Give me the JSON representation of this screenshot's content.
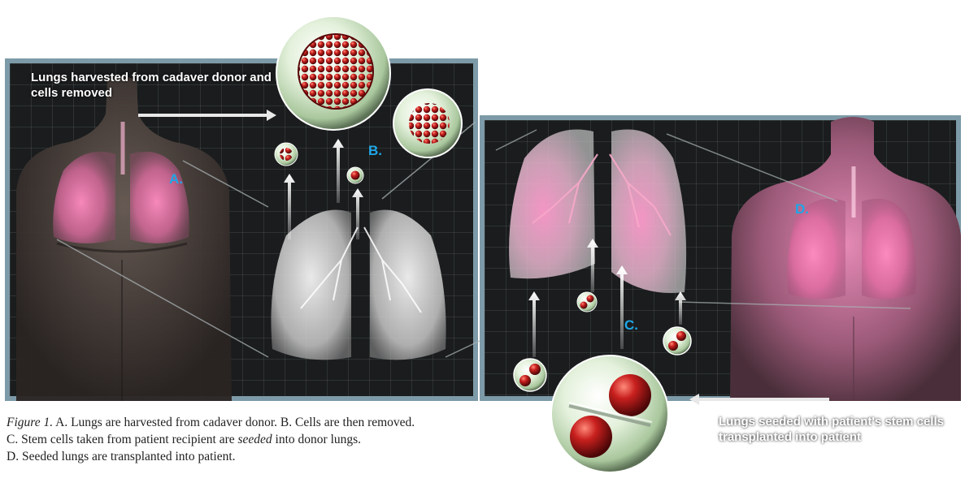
{
  "labels": {
    "harvest": "Lungs harvested from cadaver donor and cells removed",
    "seeded": "Lungs seeded with patient's stem cells transplanted into patient",
    "marker_a": "A.",
    "marker_b": "B.",
    "marker_c": "C.",
    "marker_d": "D."
  },
  "caption": {
    "figure": "Figure 1.",
    "line1_rest": " A. Lungs are harvested from cadaver donor. B. Cells are then removed.",
    "line2_before": "C. Stem cells taken from patient recipient are ",
    "line2_em": "seeded",
    "line2_after": " into donor lungs.",
    "line3": "D. Seeded lungs are transplanted into patient."
  },
  "colors": {
    "frame": "#7d9aa8",
    "marker": "#1ea7e8",
    "lung_pink": "#f07ab0",
    "cell_red": "#b3181c",
    "sphere_green": "#cfe8c2"
  },
  "icons": {
    "donor": "human-torso-icon",
    "recipient": "human-torso-icon",
    "cells": "cell-cluster-icon",
    "stem": "dividing-cell-icon"
  }
}
